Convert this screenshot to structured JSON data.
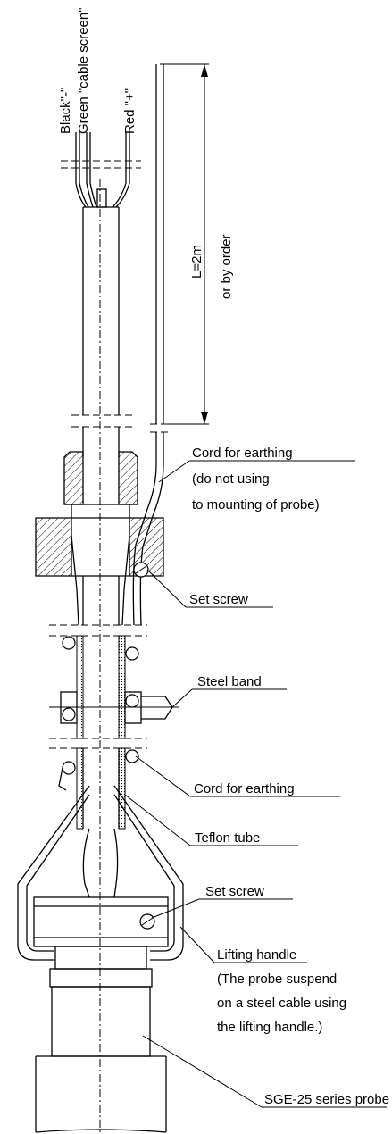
{
  "wire_labels": {
    "black": "Black\"-\"",
    "green": "Green \"cable screen\"",
    "red": "Red \"+\""
  },
  "dimension": {
    "length": "L=2m",
    "note": "or by order"
  },
  "callouts": {
    "cord_earthing_1": {
      "line1": "Cord for earthing",
      "line2": "(do not using",
      "line3": "to mounting of probe)"
    },
    "set_screw_1": "Set screw",
    "steel_band": "Steel band",
    "cord_earthing_2": "Cord for earthing",
    "teflon_tube": "Teflon tube",
    "set_screw_2": "Set screw",
    "lifting_handle": {
      "line1": "Lifting handle",
      "line2": "(The probe suspend",
      "line3": "on a steel cable using",
      "line4": "the lifting  handle.)"
    },
    "probe": "SGE-25 series probe"
  }
}
